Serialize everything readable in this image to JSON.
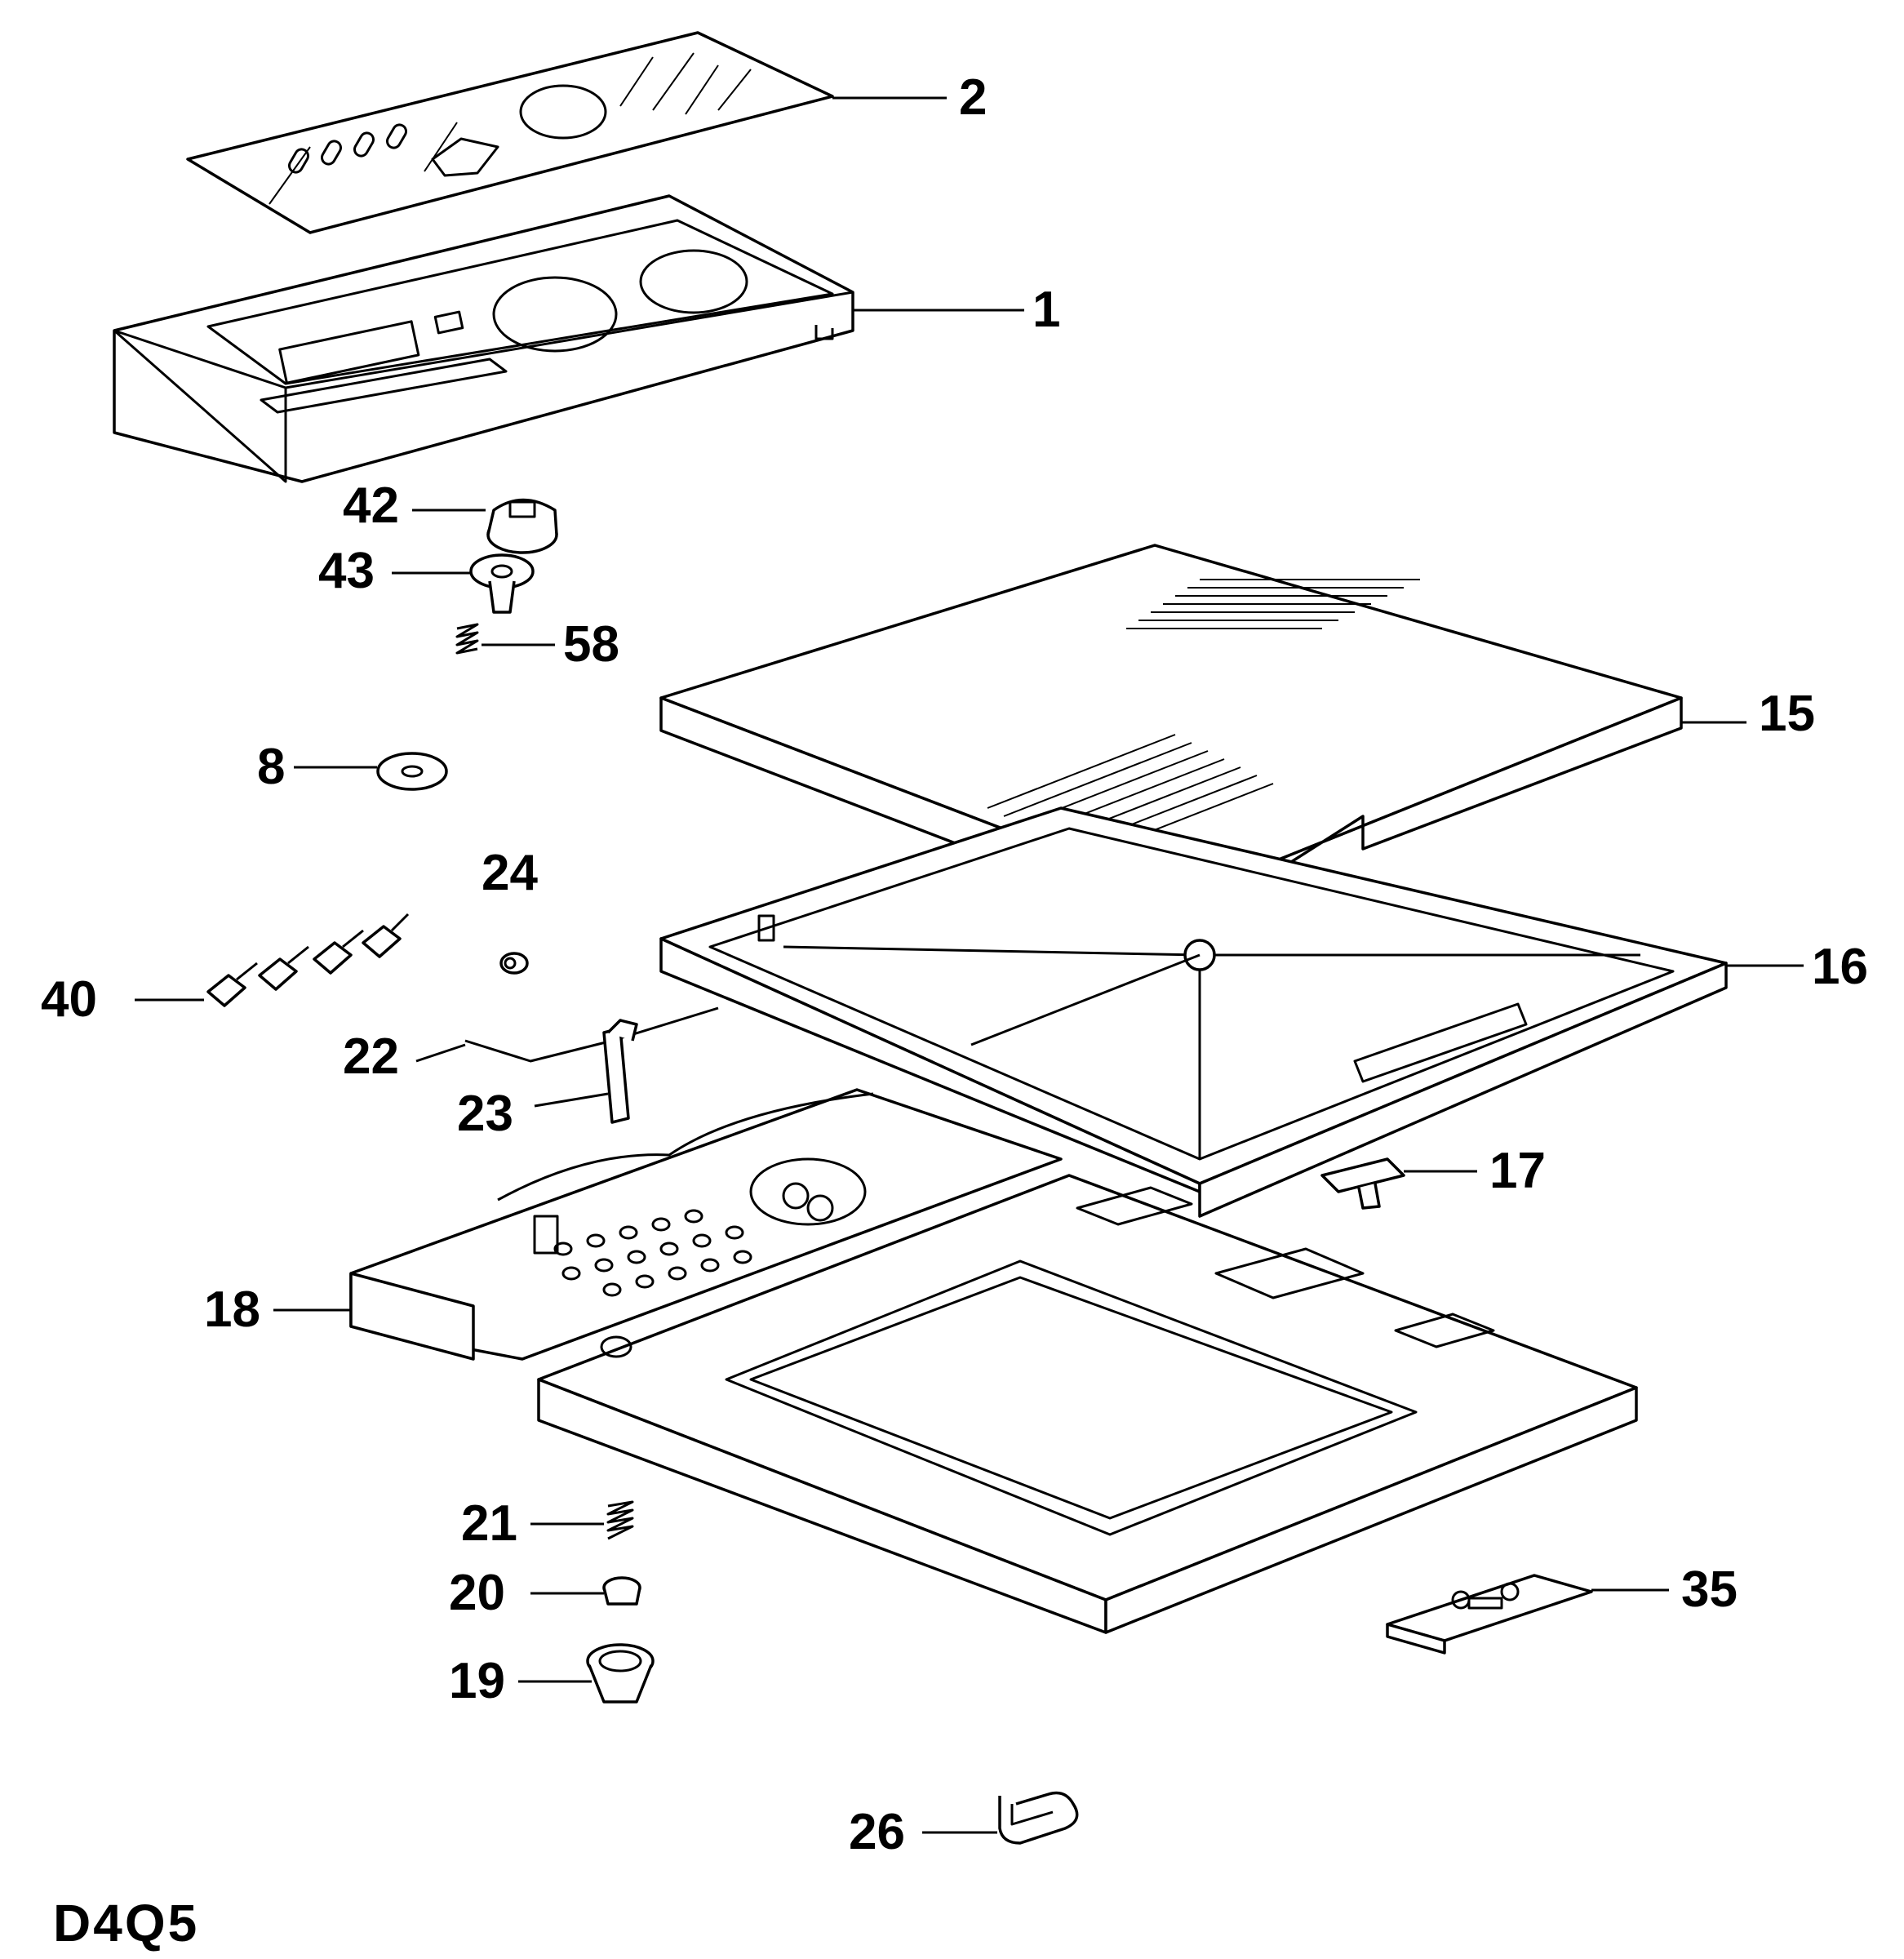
{
  "diagram_code": "D4Q5",
  "callouts": [
    {
      "id": "2",
      "part": "control-panel-film"
    },
    {
      "id": "1",
      "part": "control-panel-fascia"
    },
    {
      "id": "42",
      "part": "knob"
    },
    {
      "id": "43",
      "part": "knob-shaft"
    },
    {
      "id": "58",
      "part": "knob-spring"
    },
    {
      "id": "15",
      "part": "lid-top"
    },
    {
      "id": "8",
      "part": "washer-disc"
    },
    {
      "id": "24",
      "part": "small-bush"
    },
    {
      "id": "16",
      "part": "lid-frame"
    },
    {
      "id": "40",
      "part": "button-set"
    },
    {
      "id": "22",
      "part": "rod"
    },
    {
      "id": "23",
      "part": "hinge-clip"
    },
    {
      "id": "17",
      "part": "lid-catch"
    },
    {
      "id": "18",
      "part": "control-housing"
    },
    {
      "id": "21",
      "part": "spring"
    },
    {
      "id": "20",
      "part": "plug"
    },
    {
      "id": "35",
      "part": "latch-plate"
    },
    {
      "id": "19",
      "part": "foot-cap"
    },
    {
      "id": "26",
      "part": "u-clip"
    }
  ]
}
